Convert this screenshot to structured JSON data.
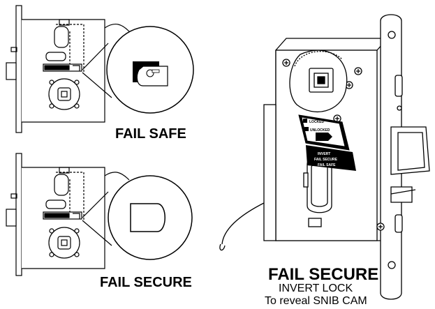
{
  "figure": {
    "top_left_caption": "FAIL SAFE",
    "bottom_left_caption": "FAIL SECURE",
    "right_caption": "FAIL SECURE",
    "right_subtitle_line1": "INVERT LOCK",
    "right_subtitle_line2": "To reveal SNIB CAM"
  },
  "lock_plate": {
    "line1": "LOCKED",
    "line2": "UNLOCKED",
    "line3": "INVERT",
    "line4": "FAIL SECURE",
    "line5": "FAIL SAFE"
  },
  "colors": {
    "ink": "#000000",
    "paper": "#ffffff",
    "shade": "#d9d9d9"
  }
}
